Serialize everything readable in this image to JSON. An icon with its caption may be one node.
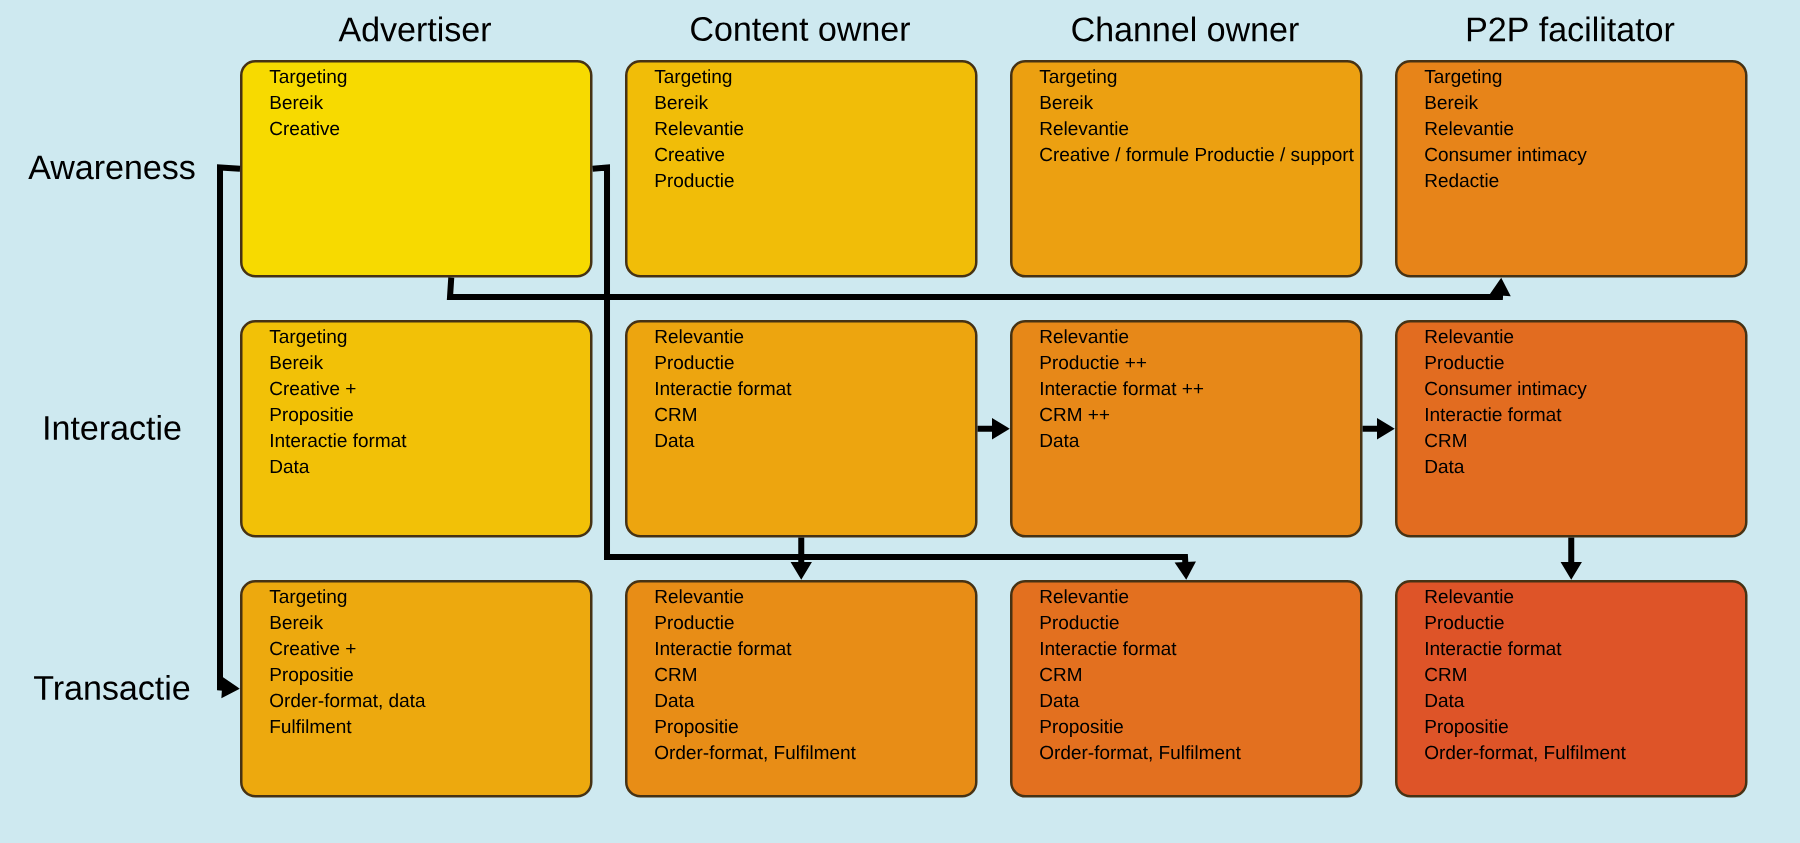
{
  "diagram": {
    "nodes": [
      {
        "text": [
          "Targeting",
          "Bereik",
          "Creative"
        ]
      },
      {
        "text": [
          "Targeting",
          "Bereik",
          "Relevantie",
          "Creative",
          "Productie"
        ]
      },
      {
        "text": [
          "Targeting",
          "Bereik",
          "Relevantie",
          "Creative / formule Productie / support"
        ]
      },
      {
        "text": [
          "Targeting",
          "Bereik",
          "Relevantie",
          "Consumer intimacy",
          "Redactie"
        ]
      },
      {
        "text": [
          "Targeting",
          "Bereik",
          "Creative +",
          "Propositie",
          "Interactie format",
          "Data"
        ]
      },
      {
        "text": [
          "Relevantie",
          "Productie",
          "Interactie format",
          "CRM",
          "Data"
        ]
      },
      {
        "text": [
          "Relevantie",
          "Productie ++",
          "Interactie format ++",
          "CRM ++",
          "Data"
        ]
      },
      {
        "text": [
          "Relevantie",
          "Productie",
          "Consumer intimacy",
          "Interactie format",
          "CRM",
          "Data"
        ]
      },
      {
        "text": [
          "Targeting",
          "Bereik",
          "Creative +",
          "Propositie",
          "Order-format, data",
          "Fulfilment"
        ]
      },
      {
        "text": [
          "Relevantie",
          "Productie",
          "Interactie format",
          "CRM",
          "Data",
          "Propositie",
          "Order-format, Fulfilment"
        ]
      },
      {
        "text": [
          "Relevantie",
          "Productie",
          "Interactie format",
          "CRM",
          "Data",
          "Propositie",
          "Order-format, Fulfilment"
        ]
      },
      {
        "text": [
          "Relevantie",
          "Productie",
          "Interactie format",
          "CRM",
          "Data",
          "Propositie",
          "Order-format, Fulfilment"
        ]
      }
    ],
    "edges": [
      {
        "from": 0,
        "to": 3,
        "arrow": "to"
      },
      {
        "from": 0,
        "to": 8,
        "arrow": "to"
      },
      {
        "from": 0,
        "to": 10,
        "arrow": "to"
      },
      {
        "from": 5,
        "to": 6,
        "arrow": "to"
      },
      {
        "from": 6,
        "to": 7,
        "arrow": "to"
      },
      {
        "from": 7,
        "to": 11,
        "arrow": "to"
      },
      {
        "from": 5,
        "to": 9,
        "arrow": "to"
      }
    ],
    "labels": [
      "Advertiser",
      "Content owner",
      "Channel owner",
      "P2P facilitator",
      "Awareness",
      "Interactie",
      "Transactie"
    ]
  }
}
